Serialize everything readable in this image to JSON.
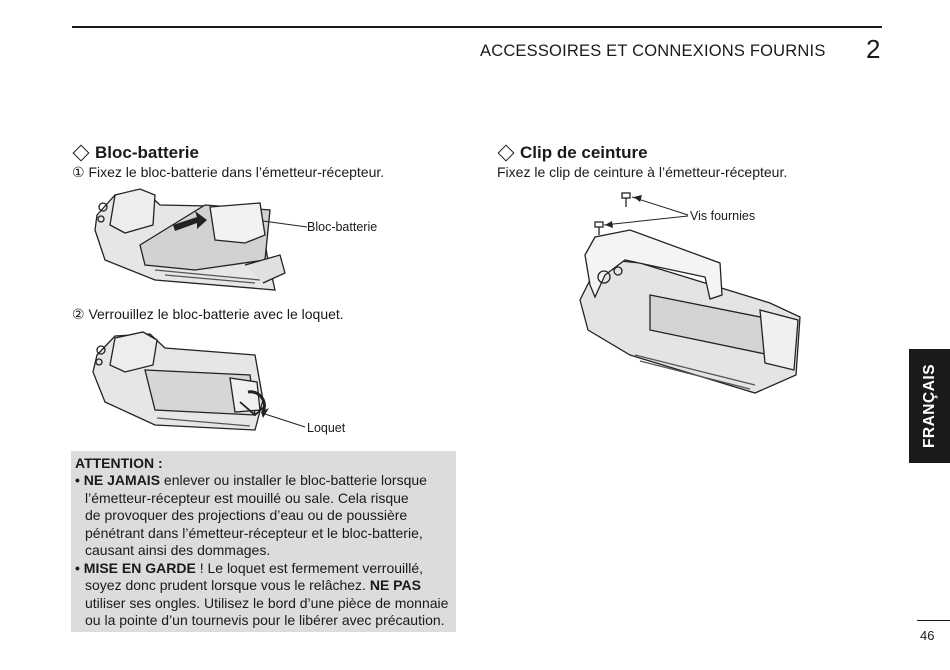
{
  "header": {
    "title": "ACCESSOIRES ET CONNEXIONS FOURNIS",
    "chapter": "2"
  },
  "battery": {
    "title": "Bloc-batterie",
    "step1": "① Fixez le bloc-batterie dans l’émetteur-récepteur.",
    "callout_battery": "Bloc-batterie",
    "step2": "② Verrouillez le bloc-batterie avec le loquet.",
    "callout_latch": "Loquet"
  },
  "clip": {
    "title": "Clip de ceinture",
    "text": "Fixez le clip de ceinture à l’émetteur-récepteur.",
    "callout_screws": "Vis fournies"
  },
  "attention": {
    "title": "ATTENTION :",
    "b1_bullet": "• ",
    "b1_bold": "NE JAMAIS",
    "b1_l1": " enlever ou installer le bloc-batterie lorsque",
    "b1_l2": "l’émetteur-récepteur est mouillé ou sale. Cela risque",
    "b1_l3": "de provoquer des projections d’eau ou de poussière",
    "b1_l4": "pénétrant dans l’émetteur-récepteur et le bloc-batterie,",
    "b1_l5": "causant ainsi des dommages.",
    "b2_bullet": "• ",
    "b2_bold": "MISE EN GARDE",
    "b2_l1": " ! Le loquet est fermement verrouillé,",
    "b2_l2a": "soyez donc prudent lorsque vous le relâchez. ",
    "b2_l2b": "NE PAS",
    "b2_l3": "utiliser ses ongles. Utilisez le bord d’une pièce de monnaie",
    "b2_l4": "ou la pointe d’un tournevis pour le libérer avec précaution."
  },
  "side_tab": "FRANÇAIS",
  "page_number": "46"
}
